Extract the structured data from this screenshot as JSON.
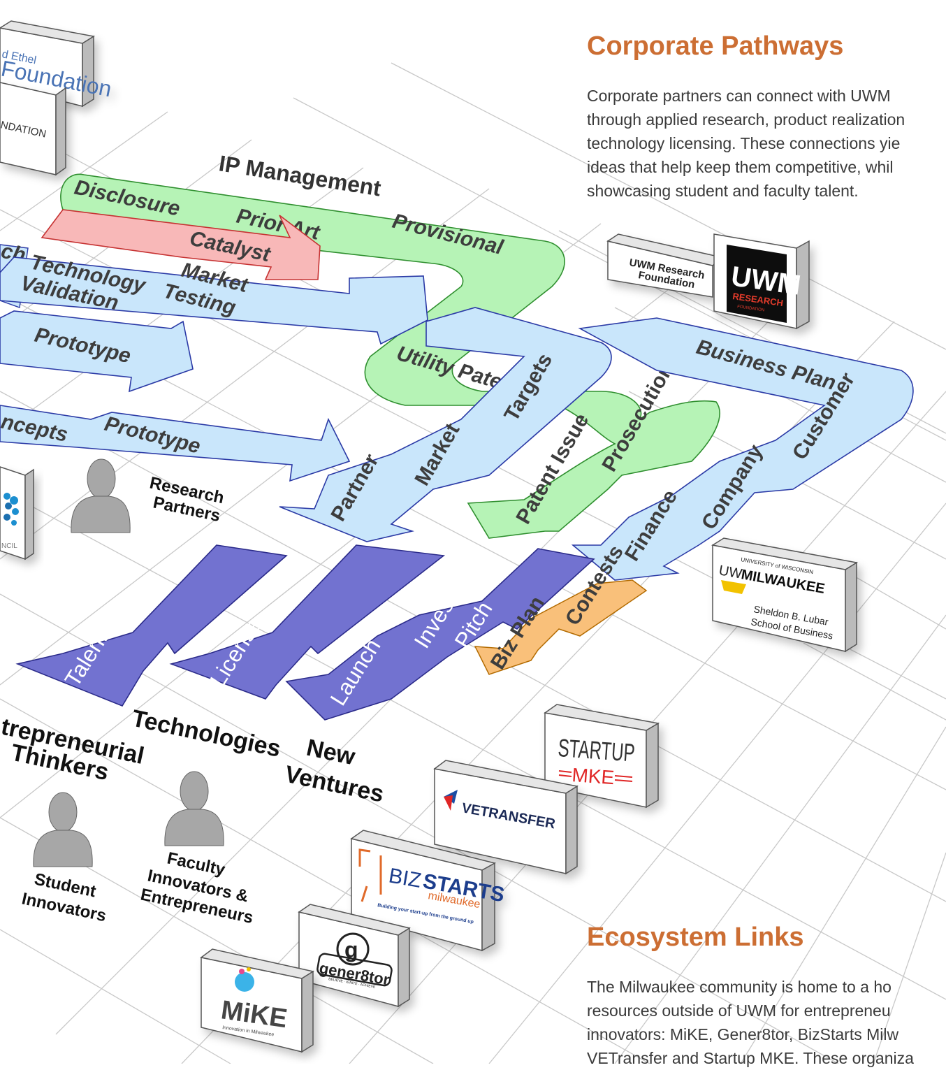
{
  "corporate": {
    "heading": "Corporate Pathways",
    "lines": [
      "Corporate partners can connect with UWM",
      "through applied research, product realization",
      "technology licensing. These connections yie",
      "ideas that help keep them competitive, whil",
      "showcasing student and faculty talent."
    ]
  },
  "ecosystem": {
    "heading": "Ecosystem Links",
    "lines": [
      "The Milwaukee community is home to a ho",
      "resources outside of UWM for entrepreneu",
      "innovators: MiKE, Gener8tor, BizStarts Milw",
      "VETransfer and Startup MKE. These organiza"
    ]
  },
  "diagram": {
    "ip_title": "IP Management",
    "ip_steps": [
      "Disclosure",
      "Prior Art",
      "Provisional",
      "Utility Patent",
      "Prosecution",
      "Patent Issue"
    ],
    "catalyst": "Catalyst",
    "blue_labels": {
      "research": "ch",
      "tech_validation_1": "Technology",
      "tech_validation_2": "Validation",
      "market_testing_1": "Market",
      "market_testing_2": "Testing",
      "prototype_upper": "Prototype",
      "concepts": "ncepts",
      "prototype_lower": "Prototype",
      "targets": "Targets",
      "market": "Market",
      "partner": "Partner",
      "business_plan": "Business Plan",
      "customer": "Customer",
      "company": "Company",
      "finance": "Finance"
    },
    "purple_labels": {
      "talent": "Talent",
      "license": "License",
      "launch": "Launch",
      "investor_1": "Investor",
      "investor_2": "Pitch"
    },
    "orange_labels": {
      "contests": "Contests",
      "biz_plan": "Biz Plan"
    },
    "outcomes": {
      "ent_1": "trepreneurial",
      "ent_2": "Thinkers",
      "technologies": "Technologies",
      "new_1": "New",
      "new_2": "Ventures"
    },
    "people": {
      "research_1": "Research",
      "research_2": "Partners",
      "student_1": "Student",
      "student_2": "Innovators",
      "faculty_1": "Faculty",
      "faculty_2": "Innovators &",
      "faculty_3": "Entrepreneurs"
    },
    "logos": {
      "foundation_small": "d Ethel",
      "foundation_big": "Foundation",
      "ndation": "NDATION",
      "ncil": "NCIL",
      "uwmrf_1": "UWM Research",
      "uwmrf_2": "Foundation",
      "uwm_big": "UWM",
      "uwm_research": "RESEARCH",
      "uwm_foundation": "FOUNDATION",
      "lubar_univ": "UNIVERSITY of WISCONSIN",
      "lubar_uw": "UW",
      "lubar_milw": "MILWAUKEE",
      "lubar_1": "Sheldon B. Lubar",
      "lubar_2": "School of Business",
      "startup_1": "STARTUP",
      "startup_2": "MKE",
      "vetransfer": "VETRANSFER",
      "bizstarts_biz": "BIZ",
      "bizstarts_starts": "STARTS",
      "bizstarts_milw": "milwaukee",
      "bizstarts_tag": "Building your start-up from the ground up",
      "gener8tor": "gener8tor",
      "gener8tor_g": "g",
      "gener8tor_tag": "BELIEVE · IGNITE · ACHIEVE",
      "mike": "MiKE",
      "mike_tag": "Innovation in Milwaukee"
    },
    "colors": {
      "blue_fill": "#c9e6fb",
      "green_fill": "#b6f3b6",
      "pink_fill": "#f8b8b8",
      "purple_fill": "#7272d0",
      "orange_fill": "#f9c07a",
      "heading_orange": "#cc6e33"
    }
  }
}
